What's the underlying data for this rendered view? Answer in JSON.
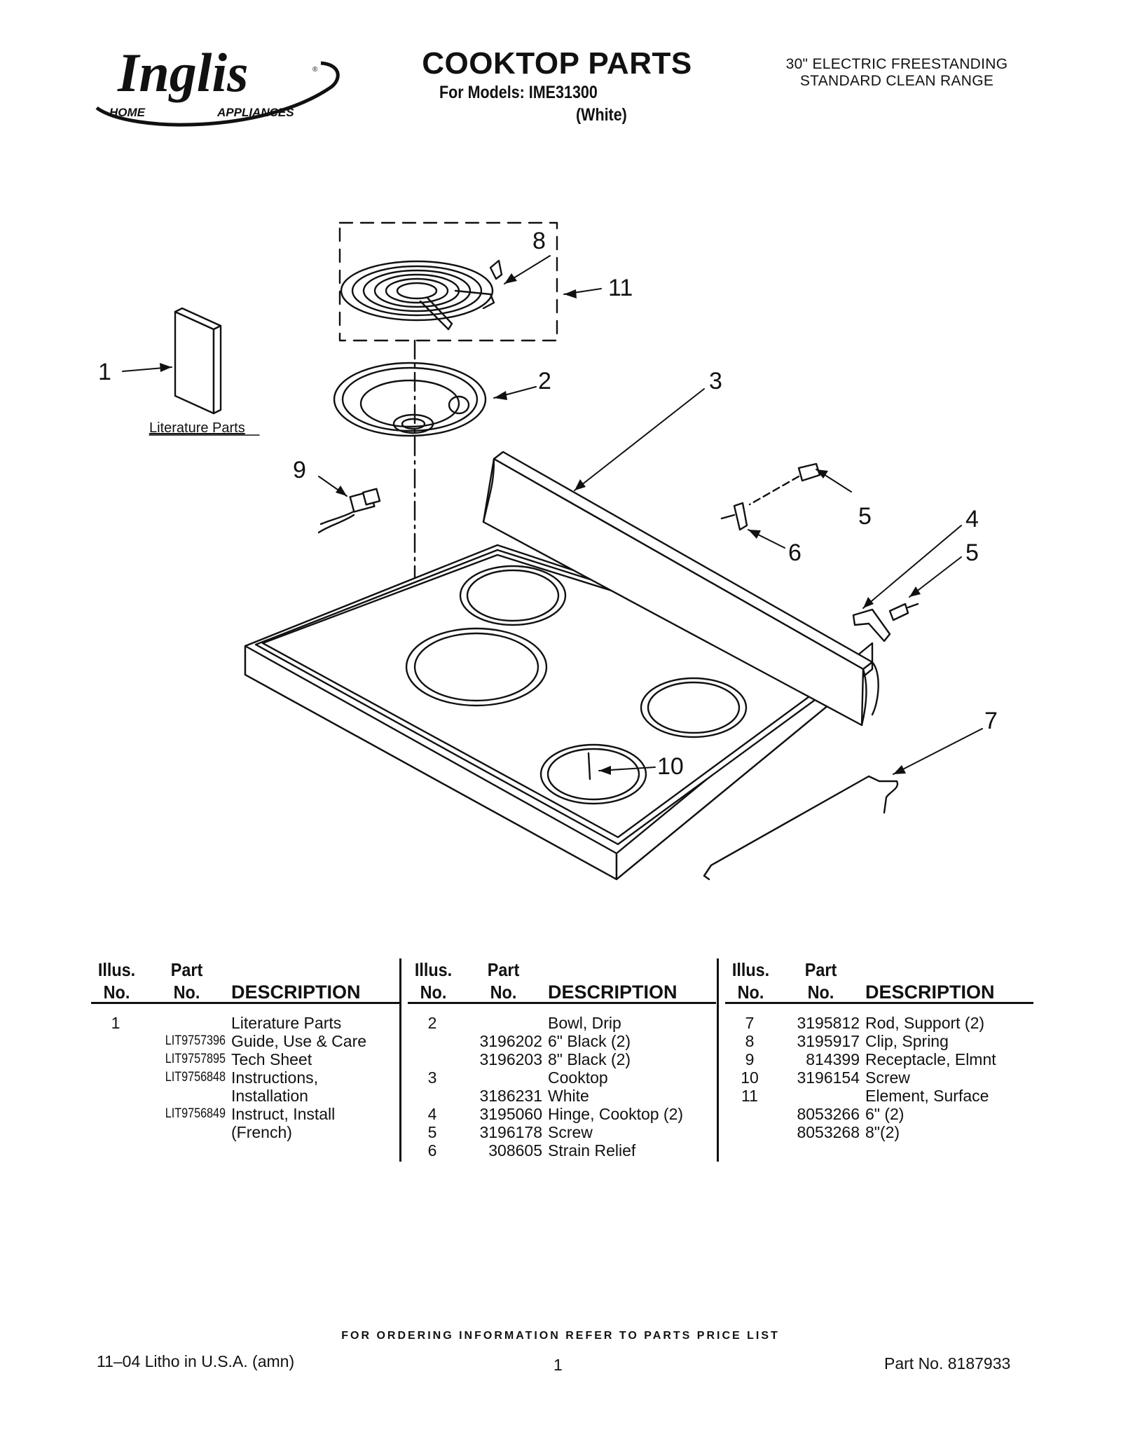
{
  "header": {
    "brand": "Inglis",
    "brand_sub_left": "HOME",
    "brand_sub_right": "APPLIANCES",
    "title": "COOKTOP PARTS",
    "models_line": "For Models: IME31300",
    "variant": "(White)",
    "range_line1": "30\" ELECTRIC FREESTANDING",
    "range_line2": "STANDARD CLEAN RANGE"
  },
  "diagram": {
    "literature_label": "Literature Parts",
    "callouts": {
      "c1": "1",
      "c2": "2",
      "c3": "3",
      "c4": "4",
      "c5a": "5",
      "c5b": "5",
      "c6": "6",
      "c7": "7",
      "c8": "8",
      "c9": "9",
      "c10": "10",
      "c11": "11"
    }
  },
  "table": {
    "headers": {
      "illus_1": "Illus.",
      "illus_2": "No.",
      "part_1": "Part",
      "part_2": "No.",
      "description": "DESCRIPTION"
    },
    "columns": [
      [
        {
          "illus": "1",
          "part": "",
          "desc": "Literature Parts"
        },
        {
          "illus": "",
          "part": "LIT9757396",
          "desc": "Guide, Use & Care"
        },
        {
          "illus": "",
          "part": "LIT9757895",
          "desc": "Tech Sheet"
        },
        {
          "illus": "",
          "part": "LIT9756848",
          "desc": "Instructions,"
        },
        {
          "illus": "",
          "part": "",
          "desc": "Installation"
        },
        {
          "illus": "",
          "part": "LIT9756849",
          "desc": "Instruct, Install"
        },
        {
          "illus": "",
          "part": "",
          "desc": "(French)"
        }
      ],
      [
        {
          "illus": "2",
          "part": "",
          "desc": "Bowl, Drip"
        },
        {
          "illus": "",
          "part": "3196202",
          "desc": "6\" Black (2)"
        },
        {
          "illus": "",
          "part": "3196203",
          "desc": "8\" Black (2)"
        },
        {
          "illus": "3",
          "part": "",
          "desc": "Cooktop"
        },
        {
          "illus": "",
          "part": "3186231",
          "desc": "White"
        },
        {
          "illus": "4",
          "part": "3195060",
          "desc": "Hinge, Cooktop (2)"
        },
        {
          "illus": "5",
          "part": "3196178",
          "desc": "Screw"
        },
        {
          "illus": "6",
          "part": "308605",
          "desc": "Strain Relief"
        }
      ],
      [
        {
          "illus": "7",
          "part": "3195812",
          "desc": "Rod, Support (2)"
        },
        {
          "illus": "8",
          "part": "3195917",
          "desc": "Clip, Spring"
        },
        {
          "illus": "9",
          "part": "814399",
          "desc": "Receptacle, Elmnt"
        },
        {
          "illus": "10",
          "part": "3196154",
          "desc": "Screw"
        },
        {
          "illus": "11",
          "part": "",
          "desc": "Element, Surface"
        },
        {
          "illus": "",
          "part": "8053266",
          "desc": "6\" (2)"
        },
        {
          "illus": "",
          "part": "8053268",
          "desc": "8\"(2)"
        }
      ]
    ]
  },
  "footer": {
    "ordering": "FOR ORDERING INFORMATION REFER TO PARTS PRICE LIST",
    "litho": "11–04 Litho in U.S.A. (amn)",
    "page": "1",
    "part_no": "Part No. 8187933"
  }
}
